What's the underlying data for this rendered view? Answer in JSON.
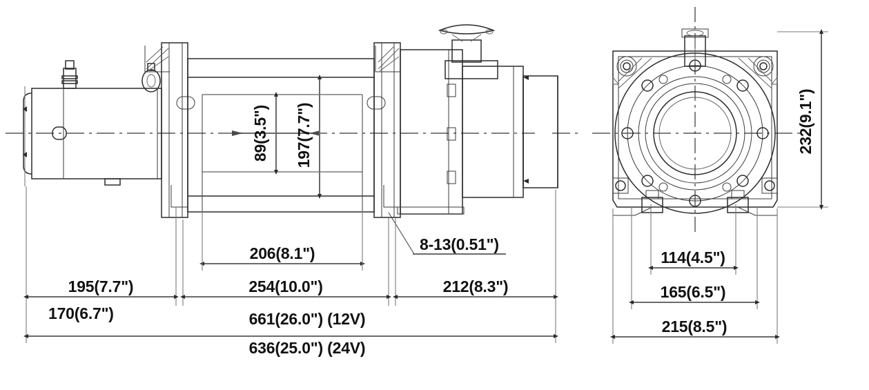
{
  "drawing": {
    "title": "Electric Winch Dimensional Drawing",
    "background_color": "#ffffff",
    "line_color": "#2b2b2b",
    "text_color": "#111111",
    "views": {
      "side_view": "side-elevation",
      "end_view": "end-elevation"
    }
  },
  "dimensions": {
    "drum_inner_dia": "89(3.5\")",
    "drum_outer_dia": "197(7.7\")",
    "drum_width": "206(8.1\")",
    "motor_length": "195(7.7\")",
    "motor_body_length": "170(6.7\")",
    "drum_section_length": "254(10.0\")",
    "gearbox_length": "212(8.3\")",
    "overall_length_12v": "661(26.0\")   (12V)",
    "overall_length_24v": "636(25.0\")   (24V)",
    "mount_hole_note": "8-13(0.51\")",
    "end_height": "232(9.1\")",
    "bolt_spacing_inner": "114(4.5\")",
    "bolt_spacing_mid": "165(6.5\")",
    "end_width": "215(8.5\")"
  },
  "labels": [
    {
      "id": "drum-inner-dia",
      "text": "89(3.5\")",
      "orientation": "vertical"
    },
    {
      "id": "drum-outer-dia",
      "text": "197(7.7\")",
      "orientation": "vertical"
    },
    {
      "id": "drum-width",
      "text": "206(8.1\")",
      "orientation": "horizontal"
    },
    {
      "id": "motor-length",
      "text": "195(7.7\")",
      "orientation": "horizontal"
    },
    {
      "id": "motor-body-length",
      "text": "170(6.7\")",
      "orientation": "horizontal"
    },
    {
      "id": "drum-section-length",
      "text": "254(10.0\")",
      "orientation": "horizontal"
    },
    {
      "id": "gearbox-length",
      "text": "212(8.3\")",
      "orientation": "horizontal"
    },
    {
      "id": "overall-12v",
      "text": "661(26.0\")   (12V)",
      "orientation": "horizontal"
    },
    {
      "id": "overall-24v",
      "text": "636(25.0\")   (24V)",
      "orientation": "horizontal"
    },
    {
      "id": "mount-hole-note",
      "text": "8-13(0.51\")",
      "orientation": "horizontal"
    },
    {
      "id": "end-height",
      "text": "232(9.1\")",
      "orientation": "vertical"
    },
    {
      "id": "bolt-spacing-inner",
      "text": "114(4.5\")",
      "orientation": "horizontal"
    },
    {
      "id": "bolt-spacing-mid",
      "text": "165(6.5\")",
      "orientation": "horizontal"
    },
    {
      "id": "end-width",
      "text": "215(8.5\")",
      "orientation": "horizontal"
    }
  ]
}
